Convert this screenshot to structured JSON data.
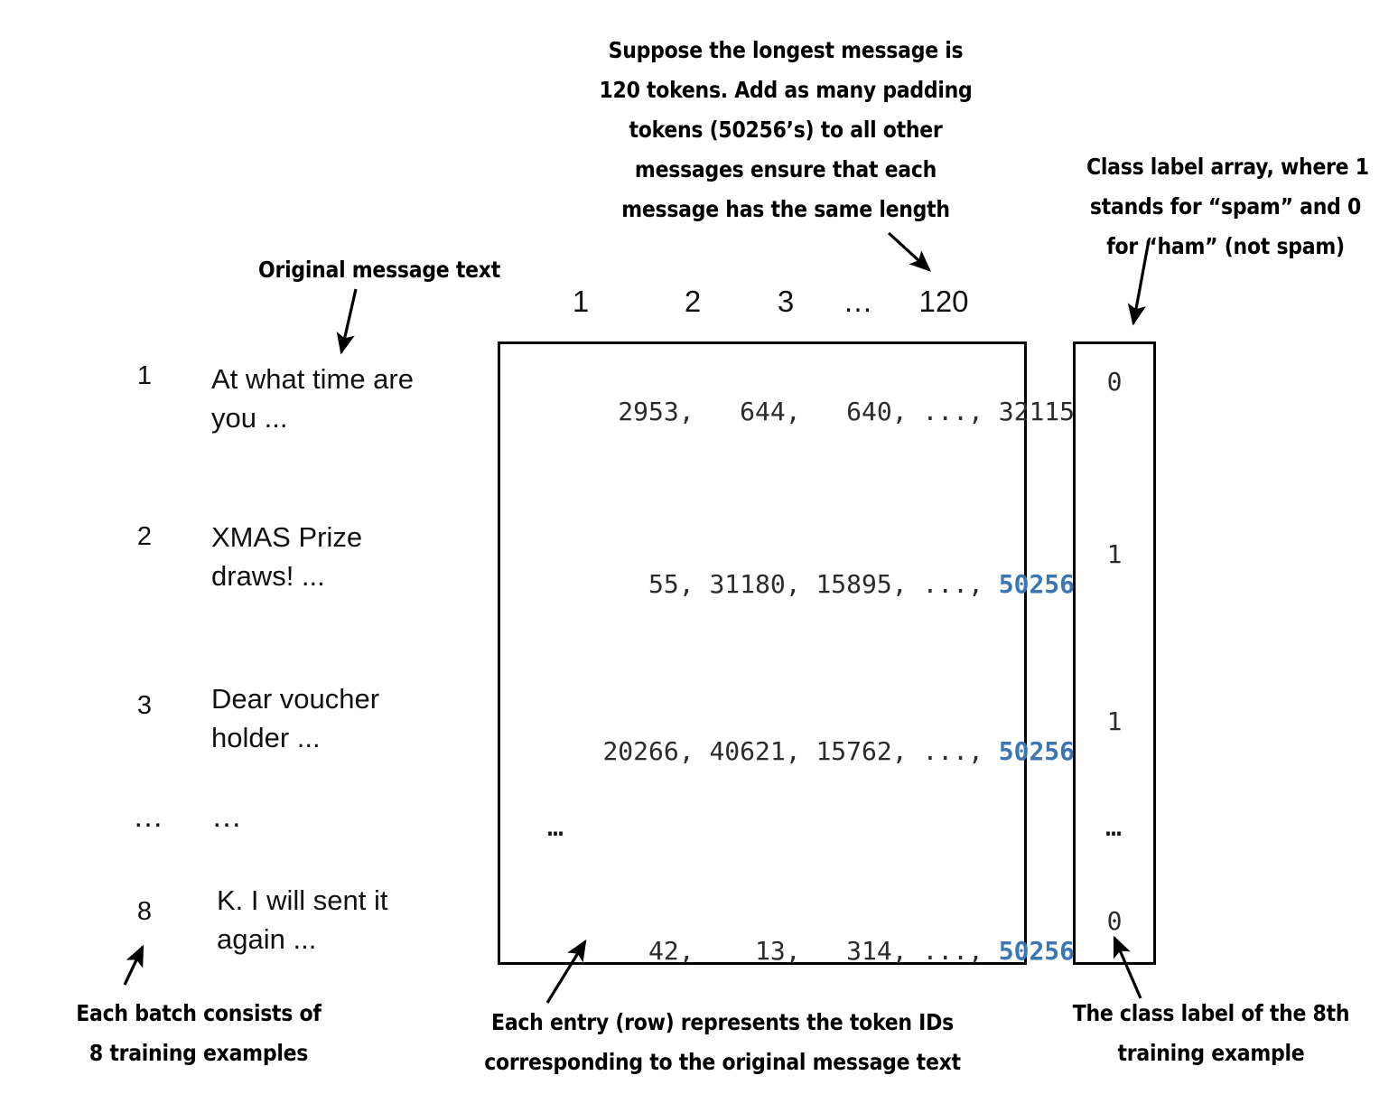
{
  "annotations": {
    "padding_note": {
      "lines": [
        "Suppose the longest message is",
        "120 tokens. Add as many padding",
        "tokens (50256’s) to all other",
        "messages ensure that each",
        "message has the same length"
      ]
    },
    "class_label_note": {
      "lines": [
        "Class label array, where 1",
        "stands for “spam” and 0",
        "for “ham” (not spam)"
      ]
    },
    "original_message_note": {
      "lines": [
        "Original message text"
      ]
    },
    "batch_note": {
      "lines": [
        "Each batch consists of",
        "8 training examples"
      ]
    },
    "entry_note": {
      "lines": [
        "Each entry (row) represents the token IDs",
        "corresponding to the original message text"
      ]
    },
    "label_8th_note": {
      "lines": [
        "The class label of the 8th",
        "training example"
      ]
    }
  },
  "column_headers": [
    "1",
    "2",
    "3",
    "…",
    "120"
  ],
  "rows": [
    {
      "index": "1",
      "message": "At what time are\nyou ...",
      "tokens": " 2953,   644,   640, ..., 32115",
      "padding": "",
      "label": "0"
    },
    {
      "index": "2",
      "message": "XMAS Prize\ndraws!  ...",
      "tokens": "   55, 31180, 15895, ..., ",
      "padding": "50256",
      "label": "1"
    },
    {
      "index": "3",
      "message": "Dear voucher\nholder ...",
      "tokens": "20266, 40621, 15762, ..., ",
      "padding": "50256",
      "label": "1"
    },
    {
      "index": "…",
      "message": "…",
      "tokens": "…",
      "padding": "",
      "label": "…"
    },
    {
      "index": "8",
      "message": "K. I will sent it\nagain ...",
      "tokens": "   42,    13,   314, ..., ",
      "padding": "50256",
      "label": "0"
    }
  ],
  "colors": {
    "padding_token": "#3a75b4",
    "outline": "#000000",
    "text": "#111111"
  }
}
